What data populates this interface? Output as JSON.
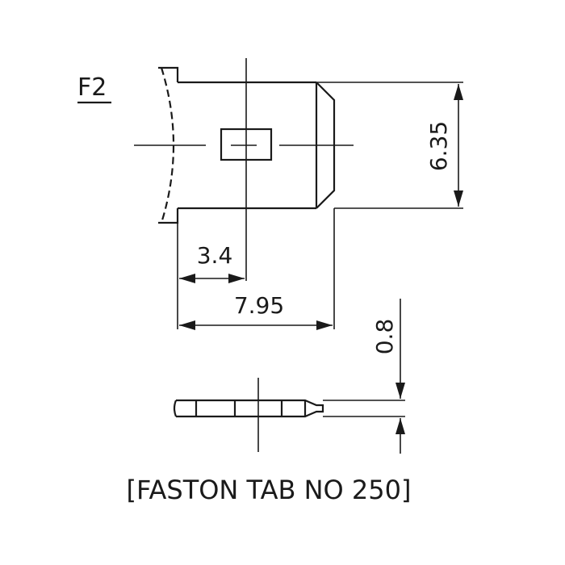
{
  "labels": {
    "part_id": "F2",
    "dim_height": "6.35",
    "dim_slot_offset": "3.4",
    "dim_length": "7.95",
    "dim_thickness": "0.8",
    "caption": "[FASTON TAB NO 250]"
  },
  "colors": {
    "ink": "#1a1a1a",
    "background": "#ffffff"
  }
}
